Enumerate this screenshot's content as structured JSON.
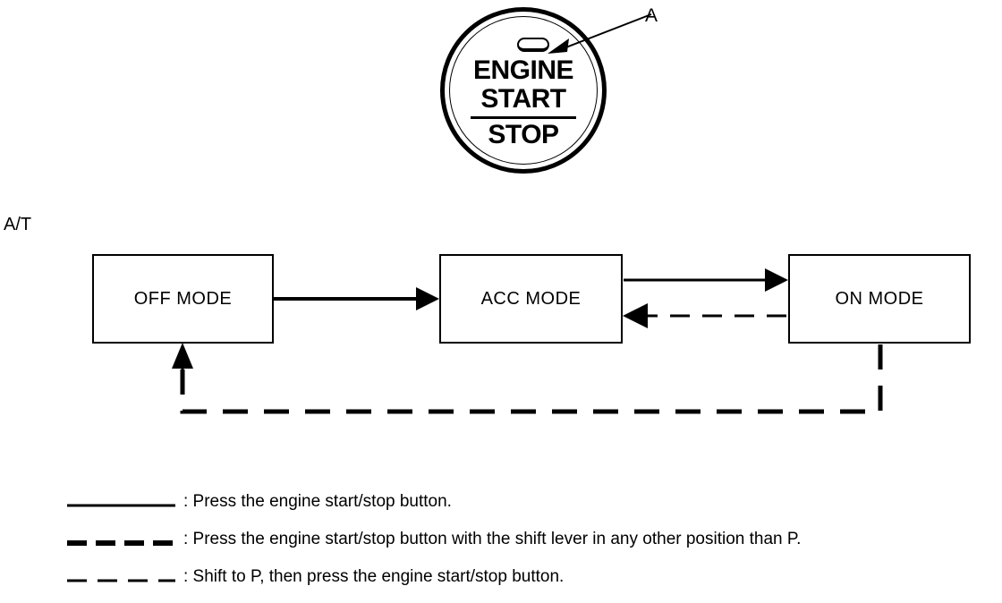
{
  "diagram": {
    "transmission_label": "A/T",
    "callout": {
      "label": "A",
      "points_to": "indicator-light"
    },
    "start_button": {
      "line1": "ENGINE",
      "line2": "START",
      "line3": "STOP"
    },
    "boxes": [
      {
        "id": "off",
        "label": "OFF MODE"
      },
      {
        "id": "acc",
        "label": "ACC MODE"
      },
      {
        "id": "on",
        "label": "ON MODE"
      }
    ],
    "transitions": [
      {
        "from": "OFF MODE",
        "to": "ACC MODE",
        "style": "solid"
      },
      {
        "from": "ACC MODE",
        "to": "ON MODE",
        "style": "solid"
      },
      {
        "from": "ON MODE",
        "to": "ACC MODE",
        "style": "dashed-thin"
      },
      {
        "from": "ON MODE",
        "to": "OFF MODE",
        "style": "dashed-thick"
      }
    ],
    "legend": [
      {
        "style": "solid",
        "text": ": Press the engine start/stop button."
      },
      {
        "style": "dashed-thick",
        "text": ": Press the engine start/stop button with the shift lever in any other position than P."
      },
      {
        "style": "dashed-thin",
        "text": ": Shift to P, then press the engine start/stop button."
      }
    ],
    "colors": {
      "ink": "#000000",
      "background": "#ffffff"
    }
  }
}
